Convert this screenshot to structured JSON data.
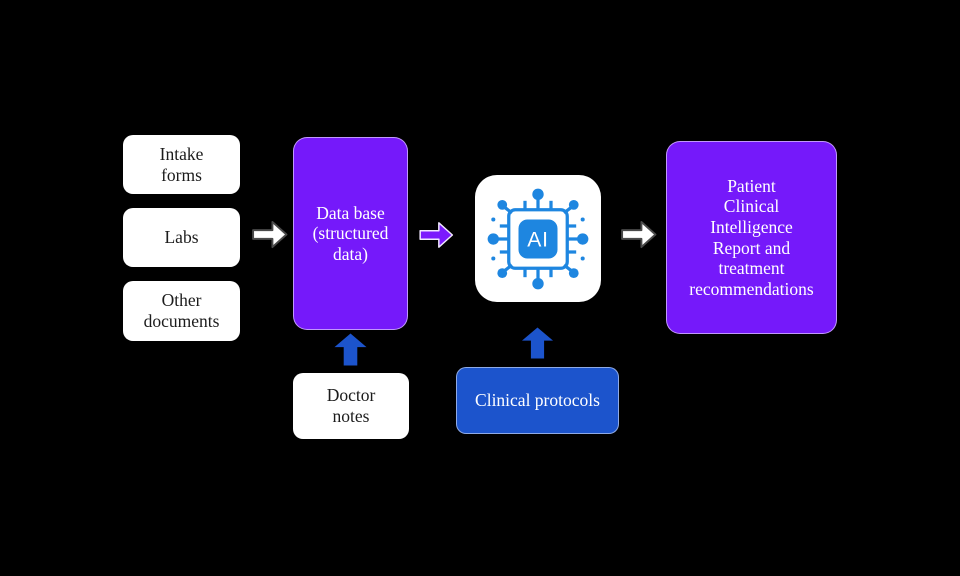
{
  "palette": {
    "background": "#000000",
    "purple": "#7519FA",
    "purple_arrow": "#7B1AFD",
    "royal_blue": "#1C54CC",
    "ai_blue": "#1E86E0",
    "white": "#FFFFFF",
    "dark_text": "#1C1C1C",
    "arrow_outline_gray": "#4A4A4A"
  },
  "nodes": {
    "intake_forms": {
      "label": "Intake\nforms"
    },
    "labs": {
      "label": "Labs"
    },
    "other_documents": {
      "label": "Other\ndocuments"
    },
    "database": {
      "label": "Data base\n(structured\ndata)"
    },
    "ai_chip": {
      "label": "AI"
    },
    "report": {
      "label": "Patient\nClinical\nIntelligence\nReport and\ntreatment\nrecommendations"
    },
    "doctor_notes": {
      "label": "Doctor\nnotes"
    },
    "clinical_protocols": {
      "label": "Clinical protocols"
    }
  },
  "icons": {
    "ai_chip": "ai-chip-icon",
    "flow_right_white": "right-arrow-icon",
    "flow_right_purple": "right-arrow-icon",
    "flow_up_blue": "up-arrow-icon"
  }
}
